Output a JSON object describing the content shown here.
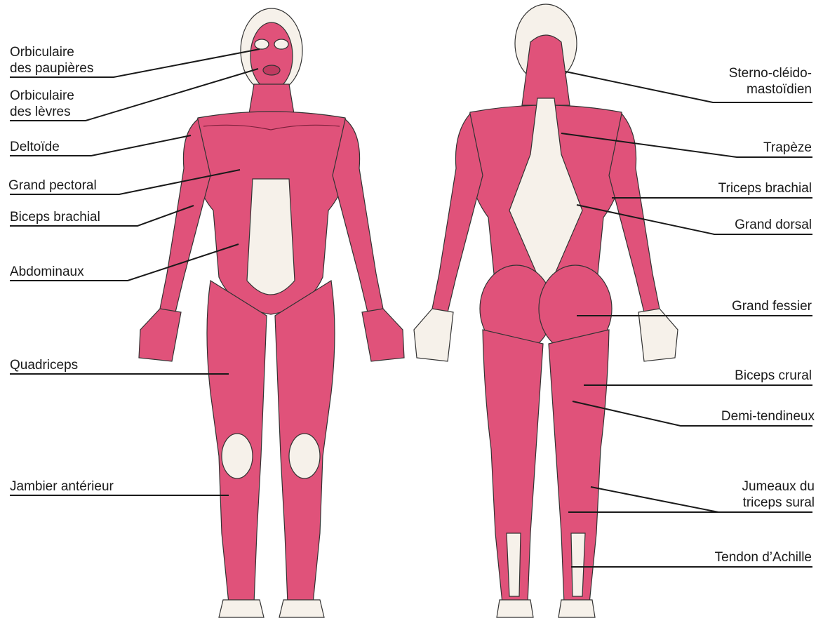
{
  "colors": {
    "muscle": "#e0527a",
    "muscle_line": "#7a1f3a",
    "tendon": "#f6f1ea",
    "outline": "#333333",
    "leader": "#1a1a1a",
    "text": "#1a1a1a"
  },
  "front_labels": [
    {
      "lines": [
        "Orbiculaire",
        "des paupières"
      ]
    },
    {
      "lines": [
        "Orbiculaire",
        "des lèvres"
      ]
    },
    {
      "lines": [
        "Deltoïde"
      ]
    },
    {
      "lines": [
        "Grand pectoral"
      ]
    },
    {
      "lines": [
        "Biceps brachial"
      ]
    },
    {
      "lines": [
        "Abdominaux"
      ]
    },
    {
      "lines": [
        "Quadriceps"
      ]
    },
    {
      "lines": [
        "Jambier antérieur"
      ]
    }
  ],
  "back_labels": [
    {
      "lines": [
        "Sterno-cléido-",
        "mastoïdien"
      ]
    },
    {
      "lines": [
        "Trapèze"
      ]
    },
    {
      "lines": [
        "Triceps brachial"
      ]
    },
    {
      "lines": [
        "Grand dorsal"
      ]
    },
    {
      "lines": [
        "Grand fessier"
      ]
    },
    {
      "lines": [
        "Biceps crural"
      ]
    },
    {
      "lines": [
        "Demi-tendineux"
      ]
    },
    {
      "lines": [
        "Jumeaux du",
        "triceps sural"
      ]
    },
    {
      "lines": [
        "Tendon d’Achille"
      ]
    }
  ]
}
